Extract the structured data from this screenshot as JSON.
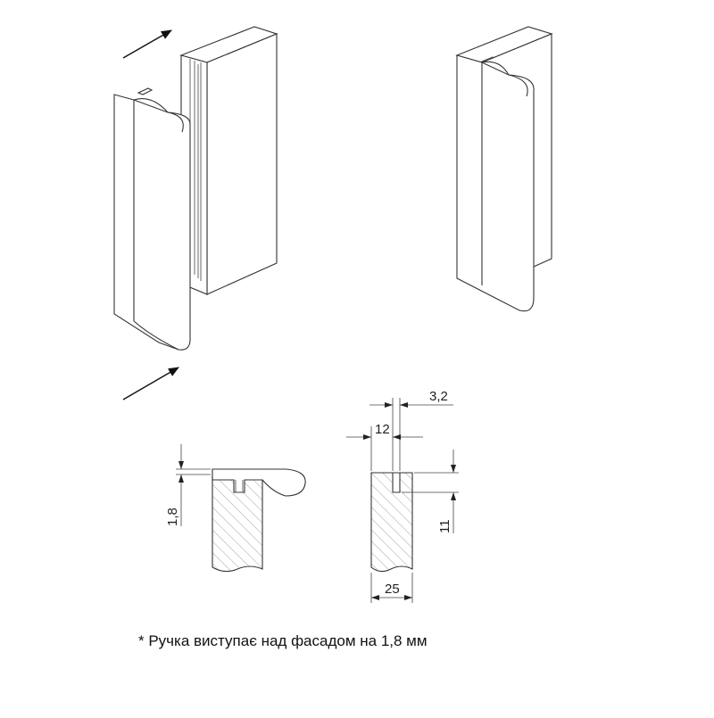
{
  "dimensions": {
    "slot_width": "3,2",
    "slot_offset": "12",
    "protrusion": "1,8",
    "slot_depth": "11",
    "panel_thickness": "25"
  },
  "note": "* Ручка виступає над фасадом на 1,8 мм",
  "icons": {
    "motion_arrow": "arrow-icon"
  }
}
